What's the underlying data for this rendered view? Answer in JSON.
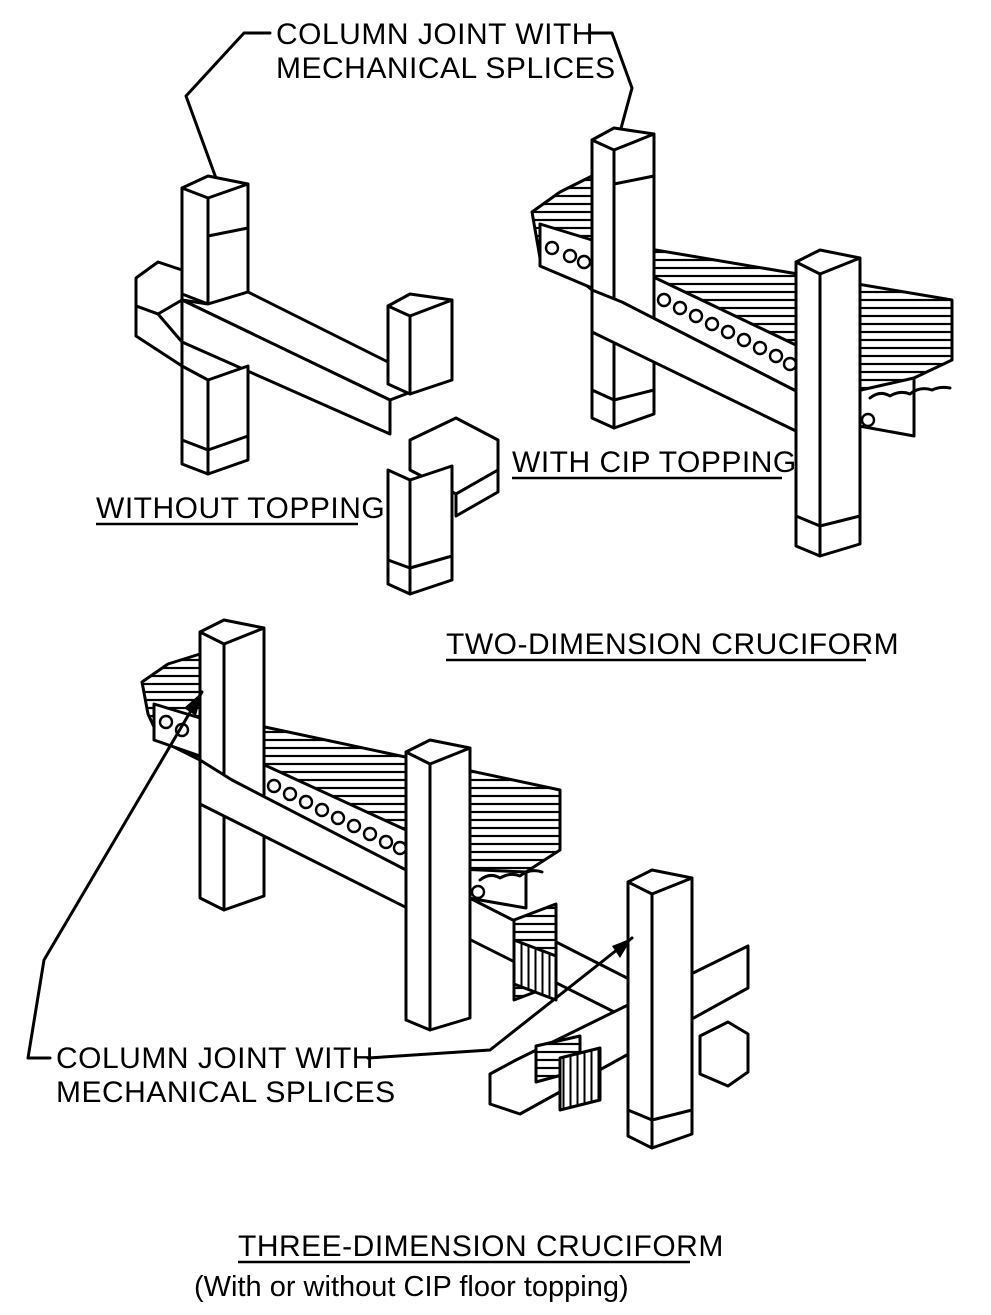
{
  "callouts": {
    "top": {
      "line1": "COLUMN JOINT WITH",
      "line2": "MECHANICAL SPLICES"
    },
    "bottom": {
      "line1": "COLUMN JOINT WITH",
      "line2": "MECHANICAL SPLICES"
    }
  },
  "labels": {
    "without_topping": "WITHOUT TOPPING",
    "with_cip_topping": "WITH CIP TOPPING",
    "two_dimension": "TWO-DIMENSION CRUCIFORM",
    "three_dimension": "THREE-DIMENSION CRUCIFORM",
    "three_dimension_note": "(With or without CIP floor topping)"
  }
}
